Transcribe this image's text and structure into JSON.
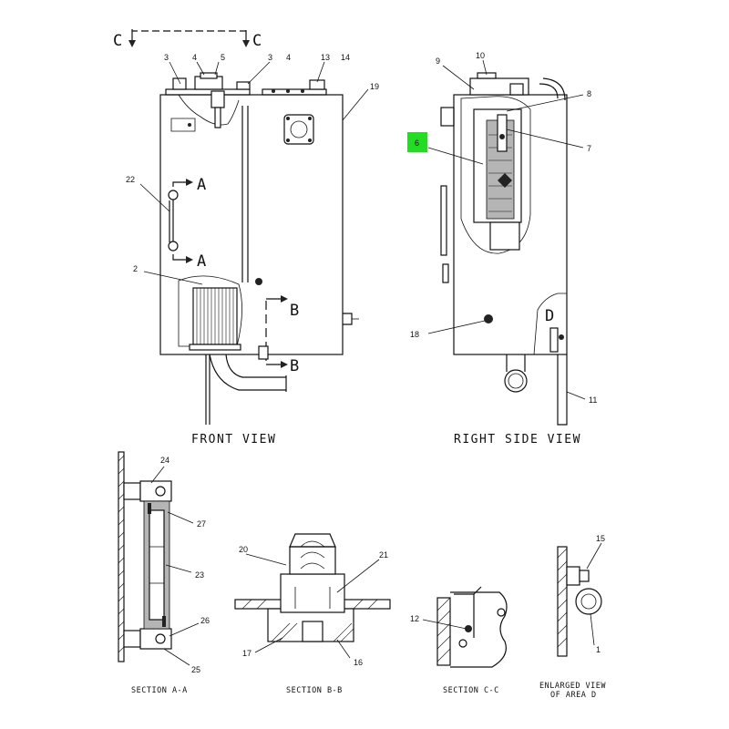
{
  "highlight_color": "#22dd22",
  "views": {
    "front": "FRONT VIEW",
    "right": "RIGHT SIDE VIEW"
  },
  "sections": {
    "aa": "SECTION A-A",
    "bb": "SECTION B-B",
    "cc": "SECTION C-C",
    "d_line1": "ENLARGED VIEW",
    "d_line2": "OF AREA D"
  },
  "markers": {
    "c_left": "C",
    "c_right": "C",
    "a_top": "A",
    "a_bottom": "A",
    "b_top": "B",
    "b_bottom": "B",
    "d": "D"
  },
  "callouts": {
    "c1": "1",
    "c2": "2",
    "c3a": "3",
    "c3b": "3",
    "c4a": "4",
    "c4b": "4",
    "c5": "5",
    "c6": "6",
    "c7": "7",
    "c8": "8",
    "c9": "9",
    "c10": "10",
    "c11": "11",
    "c12": "12",
    "c13": "13",
    "c14": "14",
    "c15": "15",
    "c16": "16",
    "c17": "17",
    "c18": "18",
    "c19": "19",
    "c20": "20",
    "c21": "21",
    "c22": "22",
    "c23": "23",
    "c24": "24",
    "c25": "25",
    "c26": "26",
    "c27": "27"
  }
}
